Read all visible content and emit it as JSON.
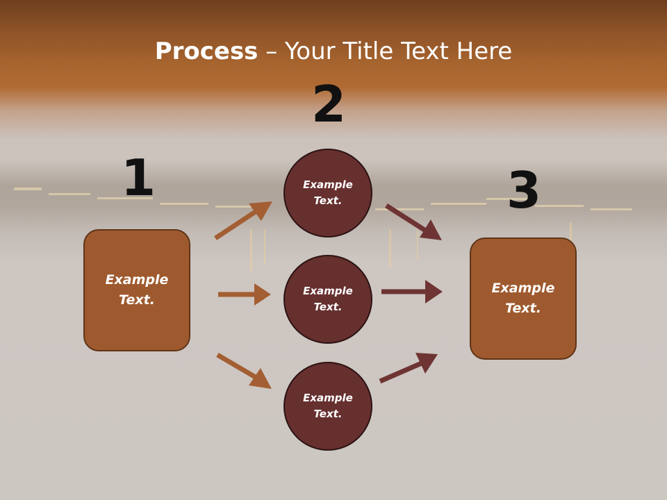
{
  "title": {
    "bold": "Process",
    "rest": " – Your Title Text Here"
  },
  "steps": [
    {
      "number": "1",
      "text_line1": "Example",
      "text_line2": "Text."
    },
    {
      "number": "2",
      "text_line1": "Example",
      "text_line2": "Text."
    },
    {
      "number": "3",
      "text_line1": "Example",
      "text_line2": "Text."
    }
  ],
  "circles": [
    {
      "text_line1": "Example",
      "text_line2": "Text."
    },
    {
      "text_line1": "Example",
      "text_line2": "Text."
    },
    {
      "text_line1": "Example",
      "text_line2": "Text."
    }
  ],
  "colors": {
    "box": "#9e5a2e",
    "circle": "#66302f",
    "arrow_left": "#a35e33",
    "arrow_right": "#6e3433",
    "header": "#a8652f"
  }
}
